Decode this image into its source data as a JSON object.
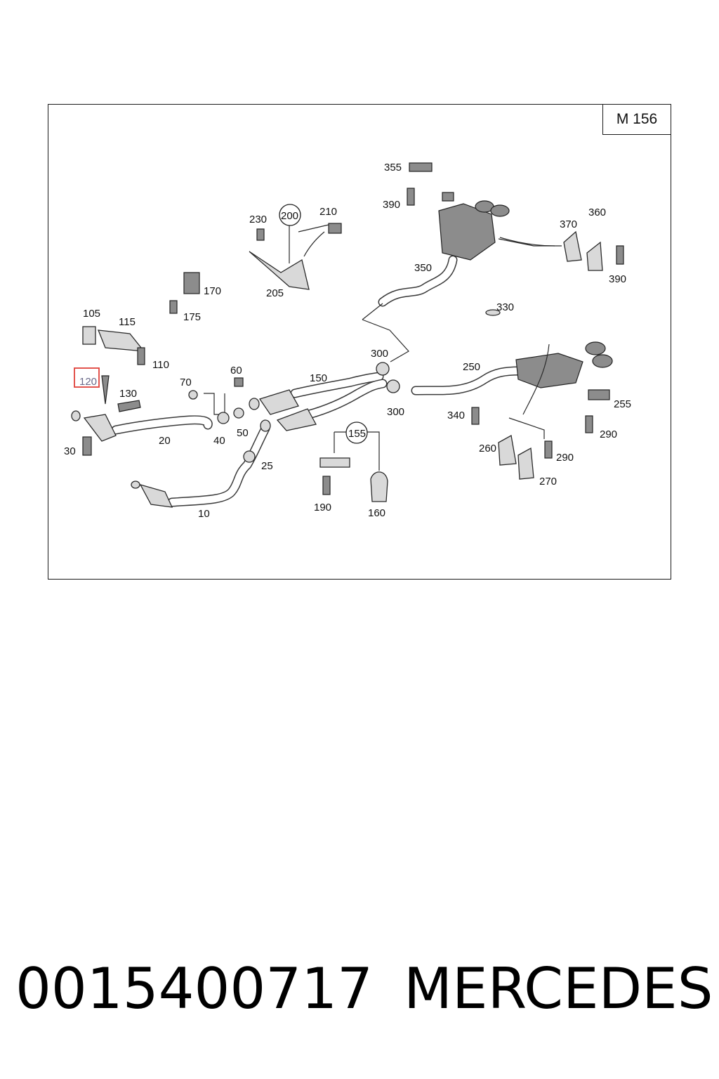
{
  "diagram": {
    "model": "M 156",
    "highlight_color": "#e0413a",
    "callouts": [
      {
        "id": "10",
        "label": "10"
      },
      {
        "id": "20",
        "label": "20"
      },
      {
        "id": "25",
        "label": "25"
      },
      {
        "id": "30",
        "label": "30"
      },
      {
        "id": "40",
        "label": "40"
      },
      {
        "id": "50",
        "label": "50"
      },
      {
        "id": "60",
        "label": "60"
      },
      {
        "id": "70",
        "label": "70"
      },
      {
        "id": "105",
        "label": "105"
      },
      {
        "id": "110",
        "label": "110"
      },
      {
        "id": "115",
        "label": "115"
      },
      {
        "id": "120",
        "label": "120"
      },
      {
        "id": "130",
        "label": "130"
      },
      {
        "id": "150",
        "label": "150"
      },
      {
        "id": "155",
        "label": "155"
      },
      {
        "id": "160",
        "label": "160"
      },
      {
        "id": "170",
        "label": "170"
      },
      {
        "id": "175",
        "label": "175"
      },
      {
        "id": "190",
        "label": "190"
      },
      {
        "id": "200",
        "label": "200"
      },
      {
        "id": "205",
        "label": "205"
      },
      {
        "id": "210",
        "label": "210"
      },
      {
        "id": "230",
        "label": "230"
      },
      {
        "id": "250",
        "label": "250"
      },
      {
        "id": "255",
        "label": "255"
      },
      {
        "id": "260",
        "label": "260"
      },
      {
        "id": "270",
        "label": "270"
      },
      {
        "id": "290a",
        "label": "290"
      },
      {
        "id": "290b",
        "label": "290"
      },
      {
        "id": "300a",
        "label": "300"
      },
      {
        "id": "300b",
        "label": "300"
      },
      {
        "id": "330",
        "label": "330"
      },
      {
        "id": "340",
        "label": "340"
      },
      {
        "id": "350",
        "label": "350"
      },
      {
        "id": "355",
        "label": "355"
      },
      {
        "id": "360",
        "label": "360"
      },
      {
        "id": "370",
        "label": "370"
      },
      {
        "id": "390a",
        "label": "390"
      },
      {
        "id": "390b",
        "label": "390"
      }
    ],
    "highlighted": "120"
  },
  "footer": {
    "part_number": "0015400717",
    "brand": "MERCEDES"
  }
}
